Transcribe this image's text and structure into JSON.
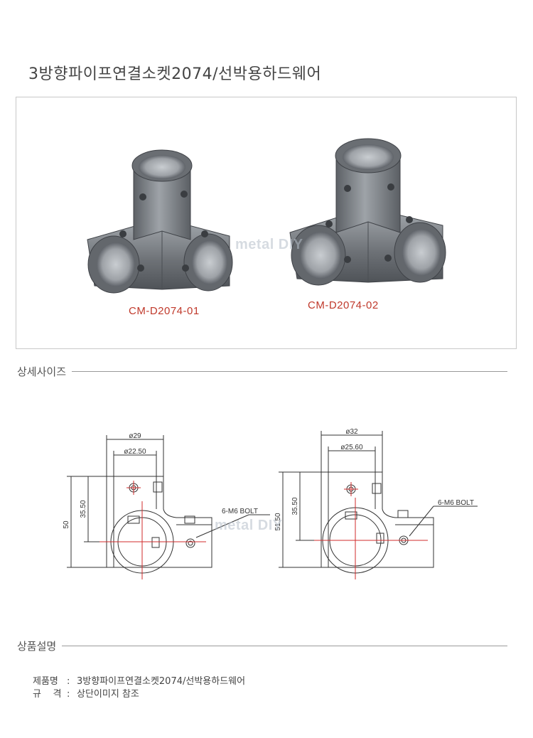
{
  "title": "3방향파이프연결소켓2074/선박용하드웨어",
  "products": {
    "model_1": "CM-D2074-01",
    "model_2": "CM-D2074-02",
    "watermark": "metal DIY"
  },
  "sections": {
    "detail_size": "상세사이즈",
    "product_desc": "상품설명"
  },
  "drawing_1": {
    "outer_dia": "ø29",
    "inner_dia": "ø22.50",
    "height": "50",
    "inner_height": "35.50",
    "bolt": "6-M6 BOLT"
  },
  "drawing_2": {
    "outer_dia": "ø32",
    "inner_dia": "ø25.60",
    "height": "51.50",
    "inner_height": "35.50",
    "bolt": "6-M6 BOLT"
  },
  "info": {
    "name_label": "제품명",
    "name_value": "3방향파이프연결소켓2074/선박용하드웨어",
    "spec_label": "규    격",
    "spec_value": "상단이미지 참조",
    "sep": ":"
  },
  "colors": {
    "metal": "#7b7f84",
    "label_red": "#c0392b",
    "center_line": "#d22b2b"
  }
}
